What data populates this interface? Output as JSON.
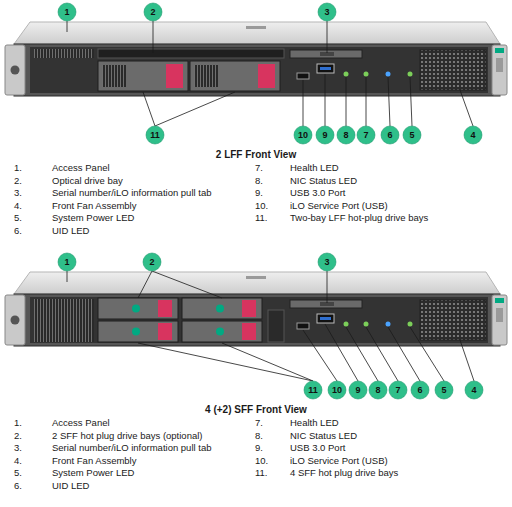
{
  "diagram": {
    "labels": [
      "1",
      "2",
      "3",
      "11",
      "10",
      "9",
      "8",
      "7",
      "6",
      "5",
      "4",
      "2 LFF Front View",
      "1.",
      "Access Panel",
      "2.",
      "Optical drive bay",
      "3.",
      "Serial number/iLO information pull tab",
      "4.",
      "Front Fan Assembly",
      "5.",
      "System Power LED",
      "6.",
      "UID LED",
      "7.",
      "Health LED",
      "8.",
      "NIC Status LED",
      "9.",
      "USB 3.0 Port",
      "10.",
      "iLO Service Port (USB)",
      "11.",
      "Two-bay LFF hot-plug drive bays",
      "1",
      "2",
      "3",
      "11",
      "10",
      "9",
      "8",
      "7",
      "6",
      "5",
      "4",
      "4 (+2) SFF Front View",
      "1.",
      "Access Panel",
      "2.",
      "2 SFF hot plug drive bays (optional)",
      "3.",
      "Serial number/iLO information pull tab",
      "4.",
      "Front Fan Assembly",
      "5.",
      "System Power LED",
      "6.",
      "UID LED",
      "7.",
      "Health LED",
      "8.",
      "NIC Status LED",
      "9.",
      "USB 3.0 Port",
      "10.",
      "iLO Service Port (USB)",
      "11.",
      "4 SFF hot plug drive bays"
    ]
  }
}
